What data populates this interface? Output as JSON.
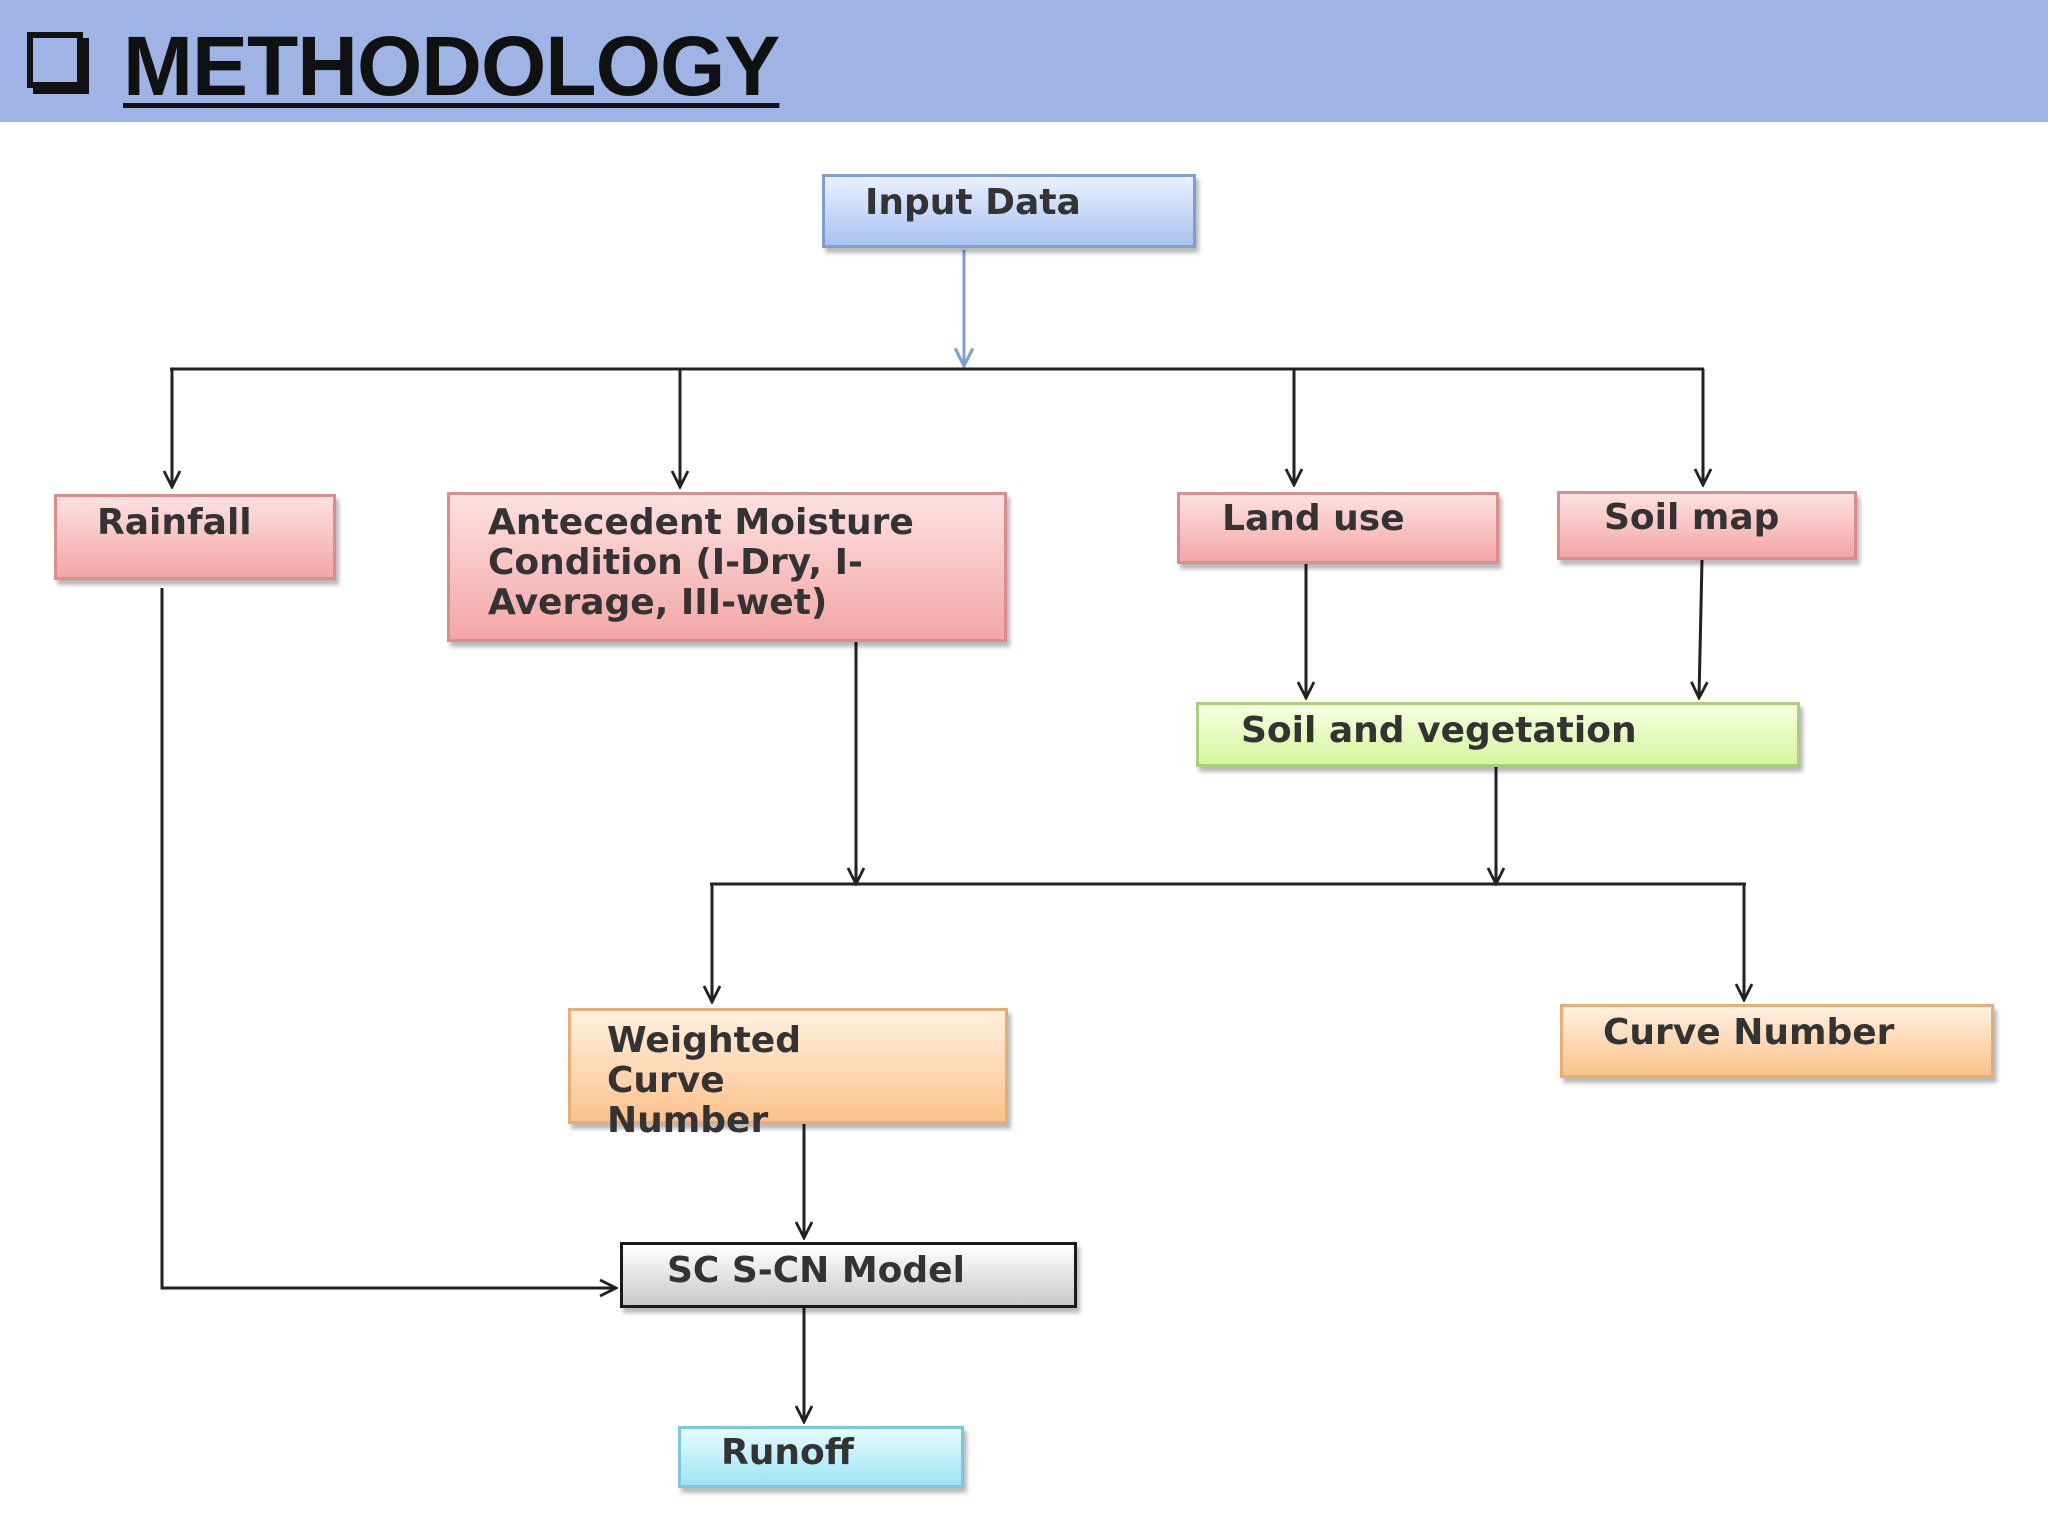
{
  "header": {
    "title": "METHODOLOGY",
    "background_color": "#9db4e4",
    "bullet_icon": "hollow-square-bullet"
  },
  "flowchart": {
    "nodes": {
      "input_data": "Input Data",
      "rainfall": "Rainfall",
      "amc": "Antecedent Moisture Condition (I-Dry, I-Average, III-wet)",
      "land_use": "Land use",
      "soil_map": "Soil map",
      "soil_vegetation": "Soil and vegetation",
      "weighted_cn": "Weighted Curve Number",
      "curve_number": "Curve Number",
      "scs_cn": "SC S-CN Model",
      "runoff": "Runoff"
    },
    "edges": [
      [
        "Input Data",
        "Rainfall"
      ],
      [
        "Input Data",
        "Antecedent Moisture Condition (I-Dry, I-Average, III-wet)"
      ],
      [
        "Input Data",
        "Land use"
      ],
      [
        "Input Data",
        "Soil map"
      ],
      [
        "Land use",
        "Soil and vegetation"
      ],
      [
        "Soil map",
        "Soil and vegetation"
      ],
      [
        "Antecedent Moisture Condition (I-Dry, I-Average, III-wet)",
        "Weighted Curve Number"
      ],
      [
        "Antecedent Moisture Condition (I-Dry, I-Average, III-wet)",
        "Curve Number"
      ],
      [
        "Soil and vegetation",
        "Weighted Curve Number"
      ],
      [
        "Soil and vegetation",
        "Curve Number"
      ],
      [
        "Weighted Curve Number",
        "SC S-CN Model"
      ],
      [
        "Rainfall",
        "SC S-CN Model"
      ],
      [
        "SC S-CN Model",
        "Runoff"
      ]
    ],
    "colors": {
      "input": "#a9c2f0",
      "inputs_layer": "#f4a6a6",
      "intermediate": "#d6f59c",
      "curve_numbers": "#fbc28c",
      "model": "#c9c9c9",
      "output": "#9ee4f4"
    }
  }
}
